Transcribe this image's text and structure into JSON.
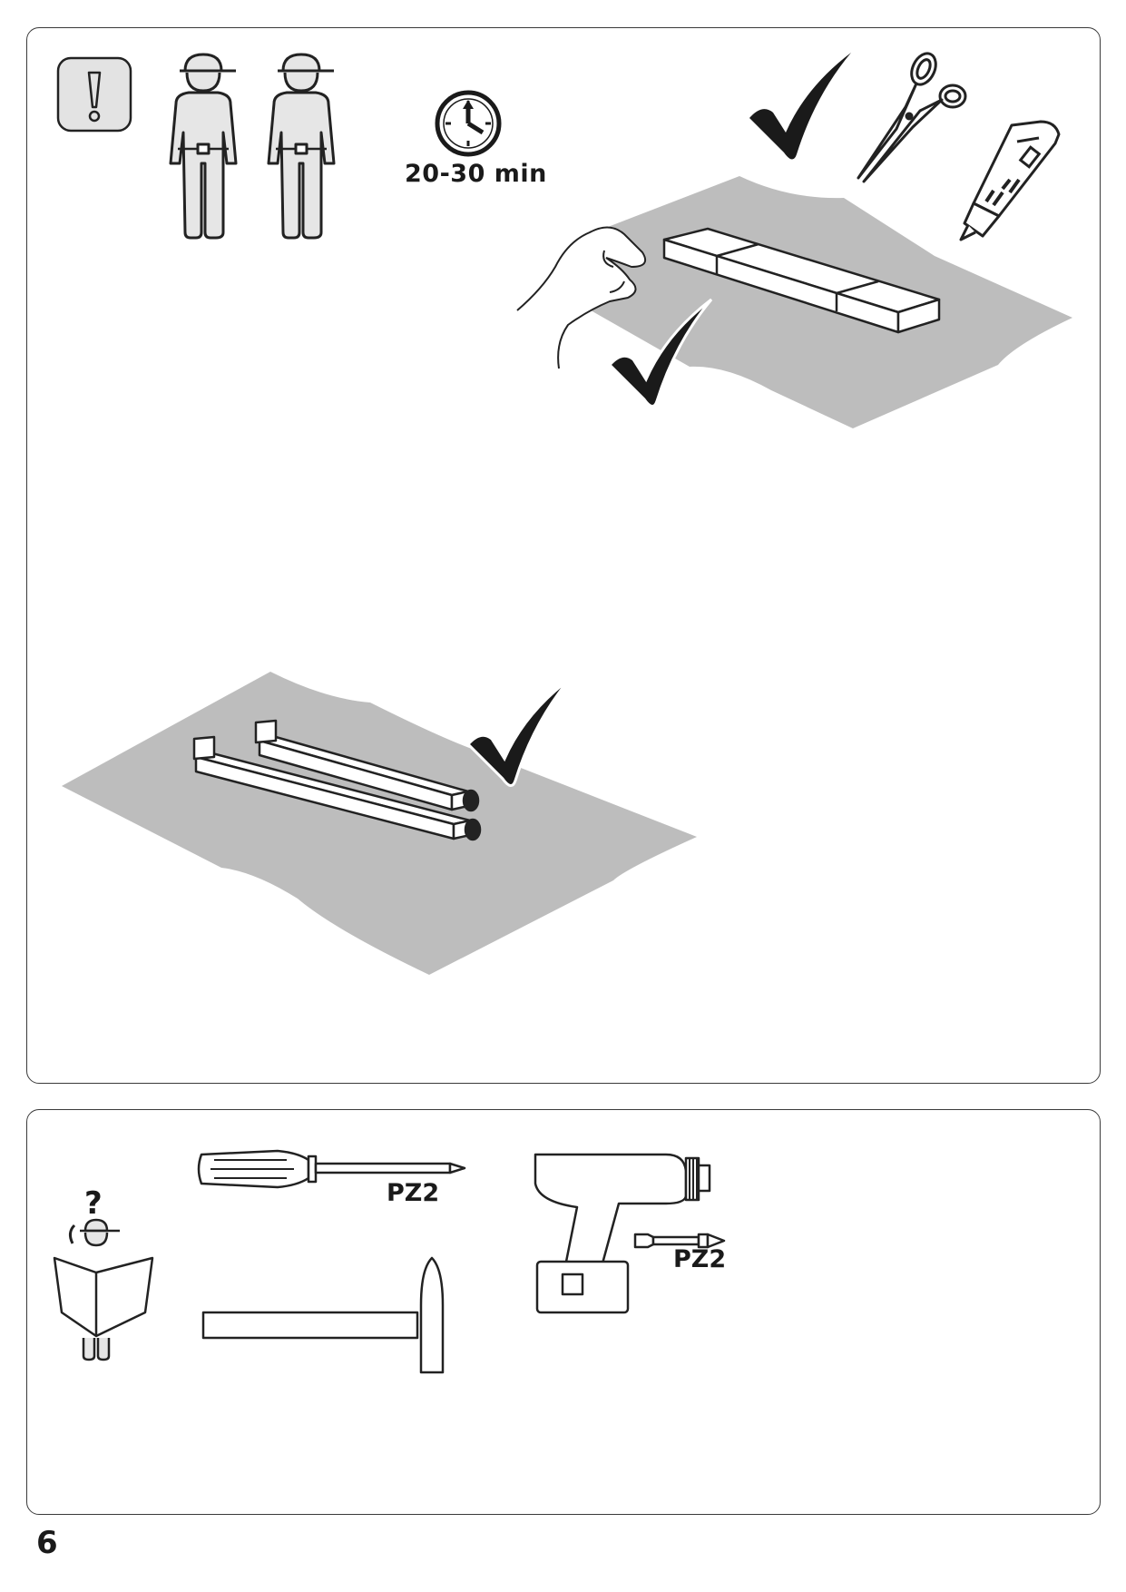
{
  "assembly_time": {
    "label": "20-30 min"
  },
  "tools": {
    "screwdriver_label": "PZ2",
    "drill_bit_label": "PZ2"
  },
  "help": {
    "symbol": "?"
  },
  "page": {
    "number": "6"
  },
  "colors": {
    "sheet_gray": "#bdbdbd",
    "figure_fill": "#e6e6e6",
    "ink": "#1a1a1a"
  },
  "icons": [
    "caution-icon",
    "two-person-icon",
    "clock-icon",
    "checkmark-icon",
    "scissors-icon",
    "utility-knife-icon",
    "hand-icon",
    "screwdriver-icon",
    "hammer-icon",
    "drill-icon",
    "drill-bit-icon",
    "help-person-icon"
  ]
}
